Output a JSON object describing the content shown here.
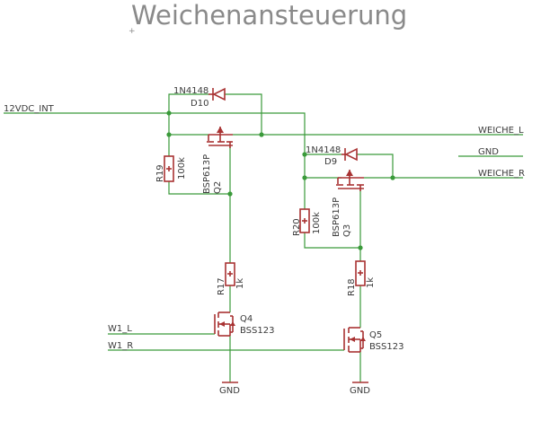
{
  "title": "Weichenansteuerung",
  "nets": {
    "supply": "12VDC_INT",
    "weiche_l": "WEICHE_L",
    "gnd": "GND",
    "weiche_r": "WEICHE_R",
    "w1_l": "W1_L",
    "w1_r": "W1_R",
    "gnd_q4": "GND",
    "gnd_q5": "GND"
  },
  "parts": {
    "d10": {
      "name": "D10",
      "value": "1N4148"
    },
    "d9": {
      "name": "D9",
      "value": "1N4148"
    },
    "q2": {
      "name": "Q2",
      "value": "BSP613P"
    },
    "q3": {
      "name": "Q3",
      "value": "BSP613P"
    },
    "r19": {
      "name": "R19",
      "value": "100k"
    },
    "r20": {
      "name": "R20",
      "value": "100k"
    },
    "r17": {
      "name": "R17",
      "value": "1k"
    },
    "r18": {
      "name": "R18",
      "value": "1k"
    },
    "q4": {
      "name": "Q4",
      "value": "BSS123"
    },
    "q5": {
      "name": "Q5",
      "value": "BSS123"
    }
  },
  "colors": {
    "wire": "#3a9a3a",
    "symbol": "#a83232",
    "text": "#3a3a3a",
    "title": "#8a8a8a"
  }
}
